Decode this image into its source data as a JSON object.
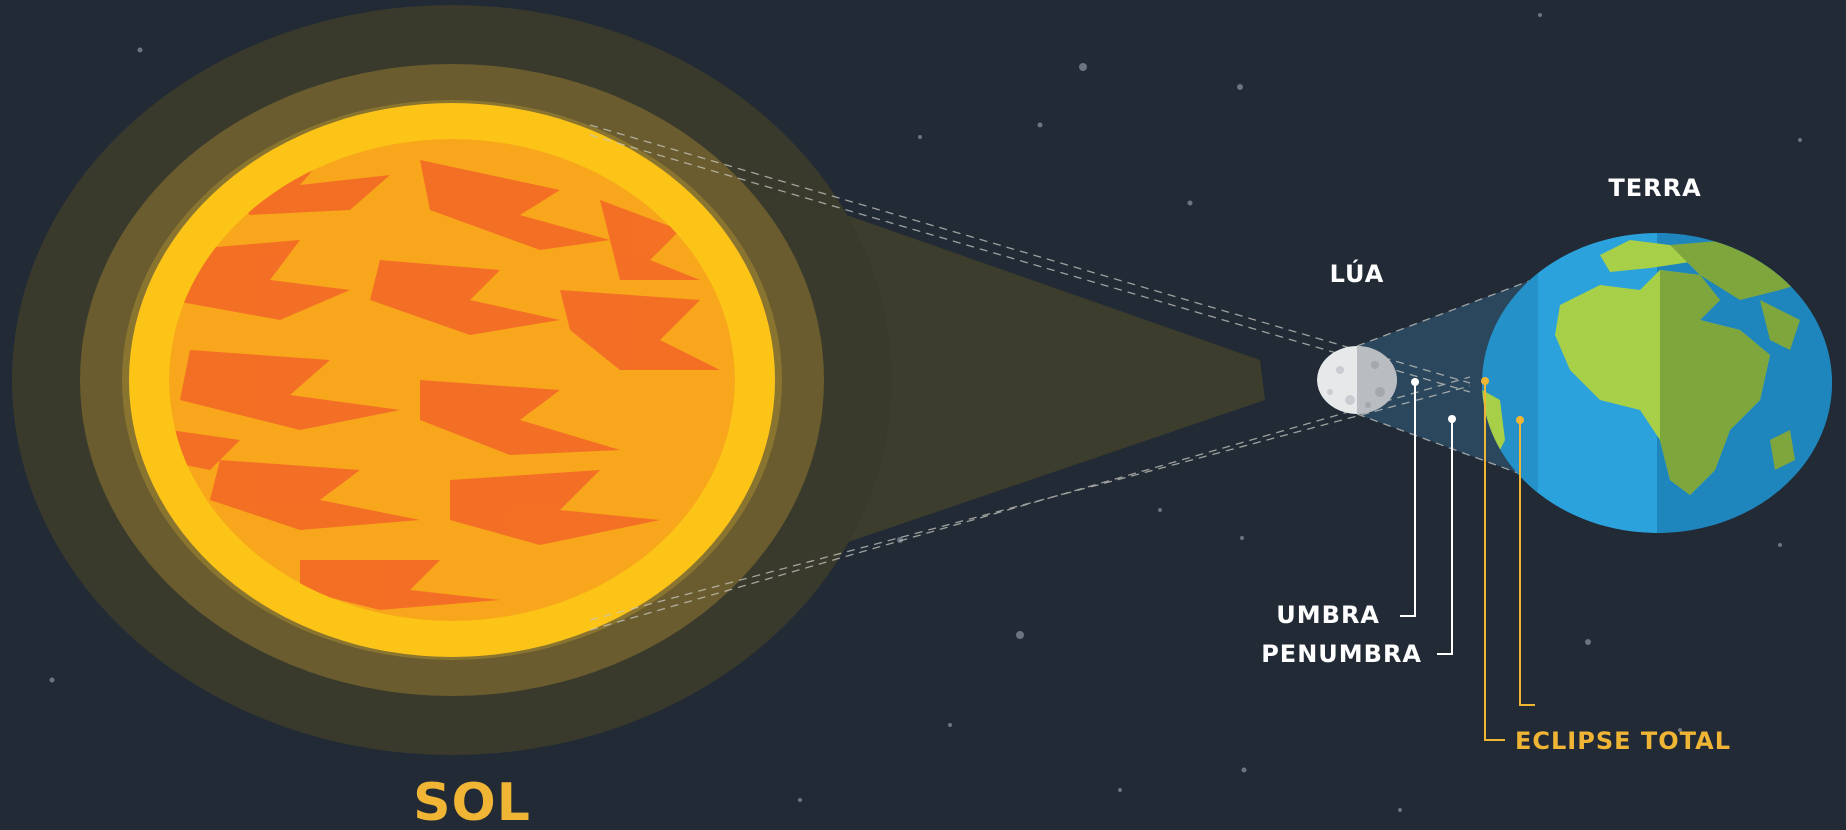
{
  "labels": {
    "sun": "SOL",
    "moon": "LÚA",
    "earth": "TERRA",
    "umbra": "UMBRA",
    "penumbra": "PENUMBRA",
    "total_eclipse": "ECLIPSE TOTAL"
  },
  "colors": {
    "background": "#212a35",
    "sun_core": "#f8a61c",
    "sun_flare": "#f26a26",
    "sun_rim": "#fdc418",
    "halo_inner": "#8a7530",
    "halo_middle": "#6a5c2e",
    "halo_outer": "#3a3a2c",
    "ocean": "#2ba2dc",
    "ocean_dark": "#1f86bd",
    "land": "#a8cf48",
    "land_dark": "#7fa63c",
    "moon": "#e6e8ea",
    "moon_dark": "#b9bcc0",
    "label_white": "#ffffff",
    "label_gold": "#f0b535"
  }
}
